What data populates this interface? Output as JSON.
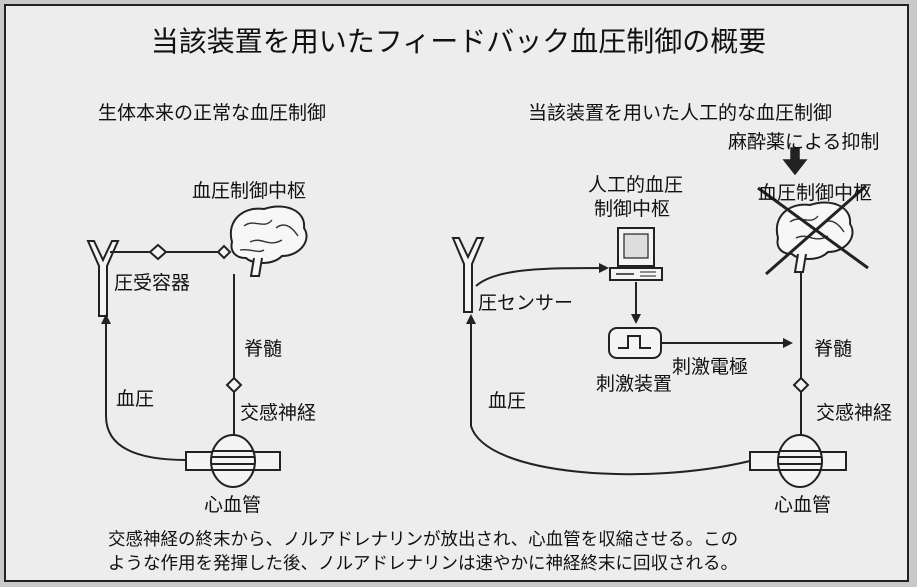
{
  "title": "当該装置を用いたフィードバック血圧制御の概要",
  "left": {
    "subtitle": "生体本来の正常な血圧制御",
    "center_label": "血圧制御中枢",
    "receptor_label": "圧受容器",
    "spinal_label": "脊髄",
    "blood_pressure_label": "血圧",
    "nerve_label": "交感神経",
    "vessel_label": "心血管"
  },
  "right": {
    "subtitle": "当該装置を用いた人工的な血圧制御",
    "anesthesia_label": "麻酔薬による抑制",
    "center_label": "血圧制御中枢",
    "artificial_center_label_1": "人工的血圧",
    "artificial_center_label_2": "制御中枢",
    "sensor_label": "圧センサー",
    "electrode_label": "刺激電極",
    "stimulator_label": "刺激装置",
    "blood_pressure_label": "血圧",
    "spinal_label": "脊髄",
    "nerve_label": "交感神経",
    "vessel_label": "心血管"
  },
  "caption": {
    "line1": "交感神経の終末から、ノルアドレナリンが放出され、心血管を収縮させる。この",
    "line2": "ような作用を発揮した後、ノルアドレナリンは速やかに神経終末に回収される。"
  }
}
